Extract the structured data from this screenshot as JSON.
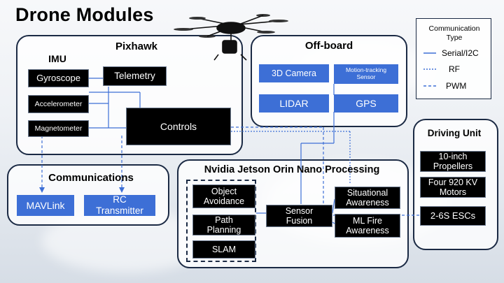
{
  "title": "Drone Modules",
  "legend": {
    "title_line1": "Communication",
    "title_line2": "Type",
    "items": [
      {
        "label": "Serial/I2C",
        "style": "solid"
      },
      {
        "label": "RF",
        "style": "dotted"
      },
      {
        "label": "PWM",
        "style": "dashed"
      }
    ]
  },
  "pixhawk": {
    "title": "Pixhawk",
    "imu_label": "IMU",
    "gyroscope": "Gyroscope",
    "accelerometer": "Accelerometer",
    "magnetometer": "Magnetometer",
    "telemetry": "Telemetry",
    "controls": "Controls"
  },
  "offboard": {
    "title": "Off-board",
    "camera_3d": "3D Camera",
    "motion_line1": "Motion-tracking",
    "motion_line2": "Sensor",
    "lidar": "LIDAR",
    "gps": "GPS"
  },
  "communications": {
    "title": "Communications",
    "mavlink": "MAVLink",
    "rc_line1": "RC",
    "rc_line2": "Transmitter"
  },
  "jetson": {
    "title": "Nvidia Jetson Orin Nano Processing",
    "object_line1": "Object",
    "object_line2": "Avoidance",
    "path_line1": "Path",
    "path_line2": "Planning",
    "slam": "SLAM",
    "sensor_line1": "Sensor",
    "sensor_line2": "Fusion",
    "situational_line1": "Situational",
    "situational_line2": "Awareness",
    "mlfire_line1": "ML Fire",
    "mlfire_line2": "Awareness"
  },
  "driving": {
    "title": "Driving Unit",
    "propellers_line1": "10-inch",
    "propellers_line2": "Propellers",
    "motors_line1": "Four 920 KV",
    "motors_line2": "Motors",
    "escs": "2-6S ESCs"
  },
  "colors": {
    "line_blue": "#3d6fd6",
    "block_blue": "#3d6fd6",
    "block_black": "#000000",
    "panel_border": "#1b2a44"
  }
}
